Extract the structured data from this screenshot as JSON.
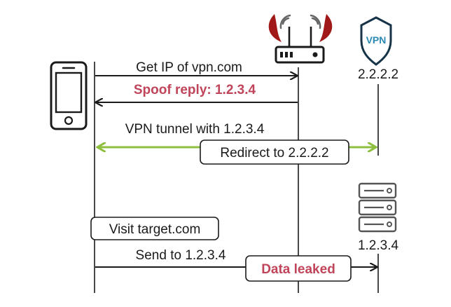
{
  "messages": {
    "get_ip": "Get IP of vpn.com",
    "spoof_reply": "Spoof reply: 1.2.3.4",
    "vpn_tunnel": "VPN tunnel with 1.2.3.4",
    "redirect": "Redirect to 2.2.2.2",
    "visit_target": "Visit target.com",
    "send_to": "Send to 1.2.3.4",
    "data_leaked": "Data leaked"
  },
  "nodes": {
    "vpn_badge": "VPN",
    "vpn_server_ip": "2.2.2.2",
    "attacker_server_ip": "1.2.3.4"
  },
  "colors": {
    "line": "#1a1a1a",
    "spoof": "#c0455a",
    "tunnel": "#8fbf3f",
    "vpn_accent": "#2b8ab4",
    "horns": "#a01818",
    "server_gray": "#555555"
  }
}
